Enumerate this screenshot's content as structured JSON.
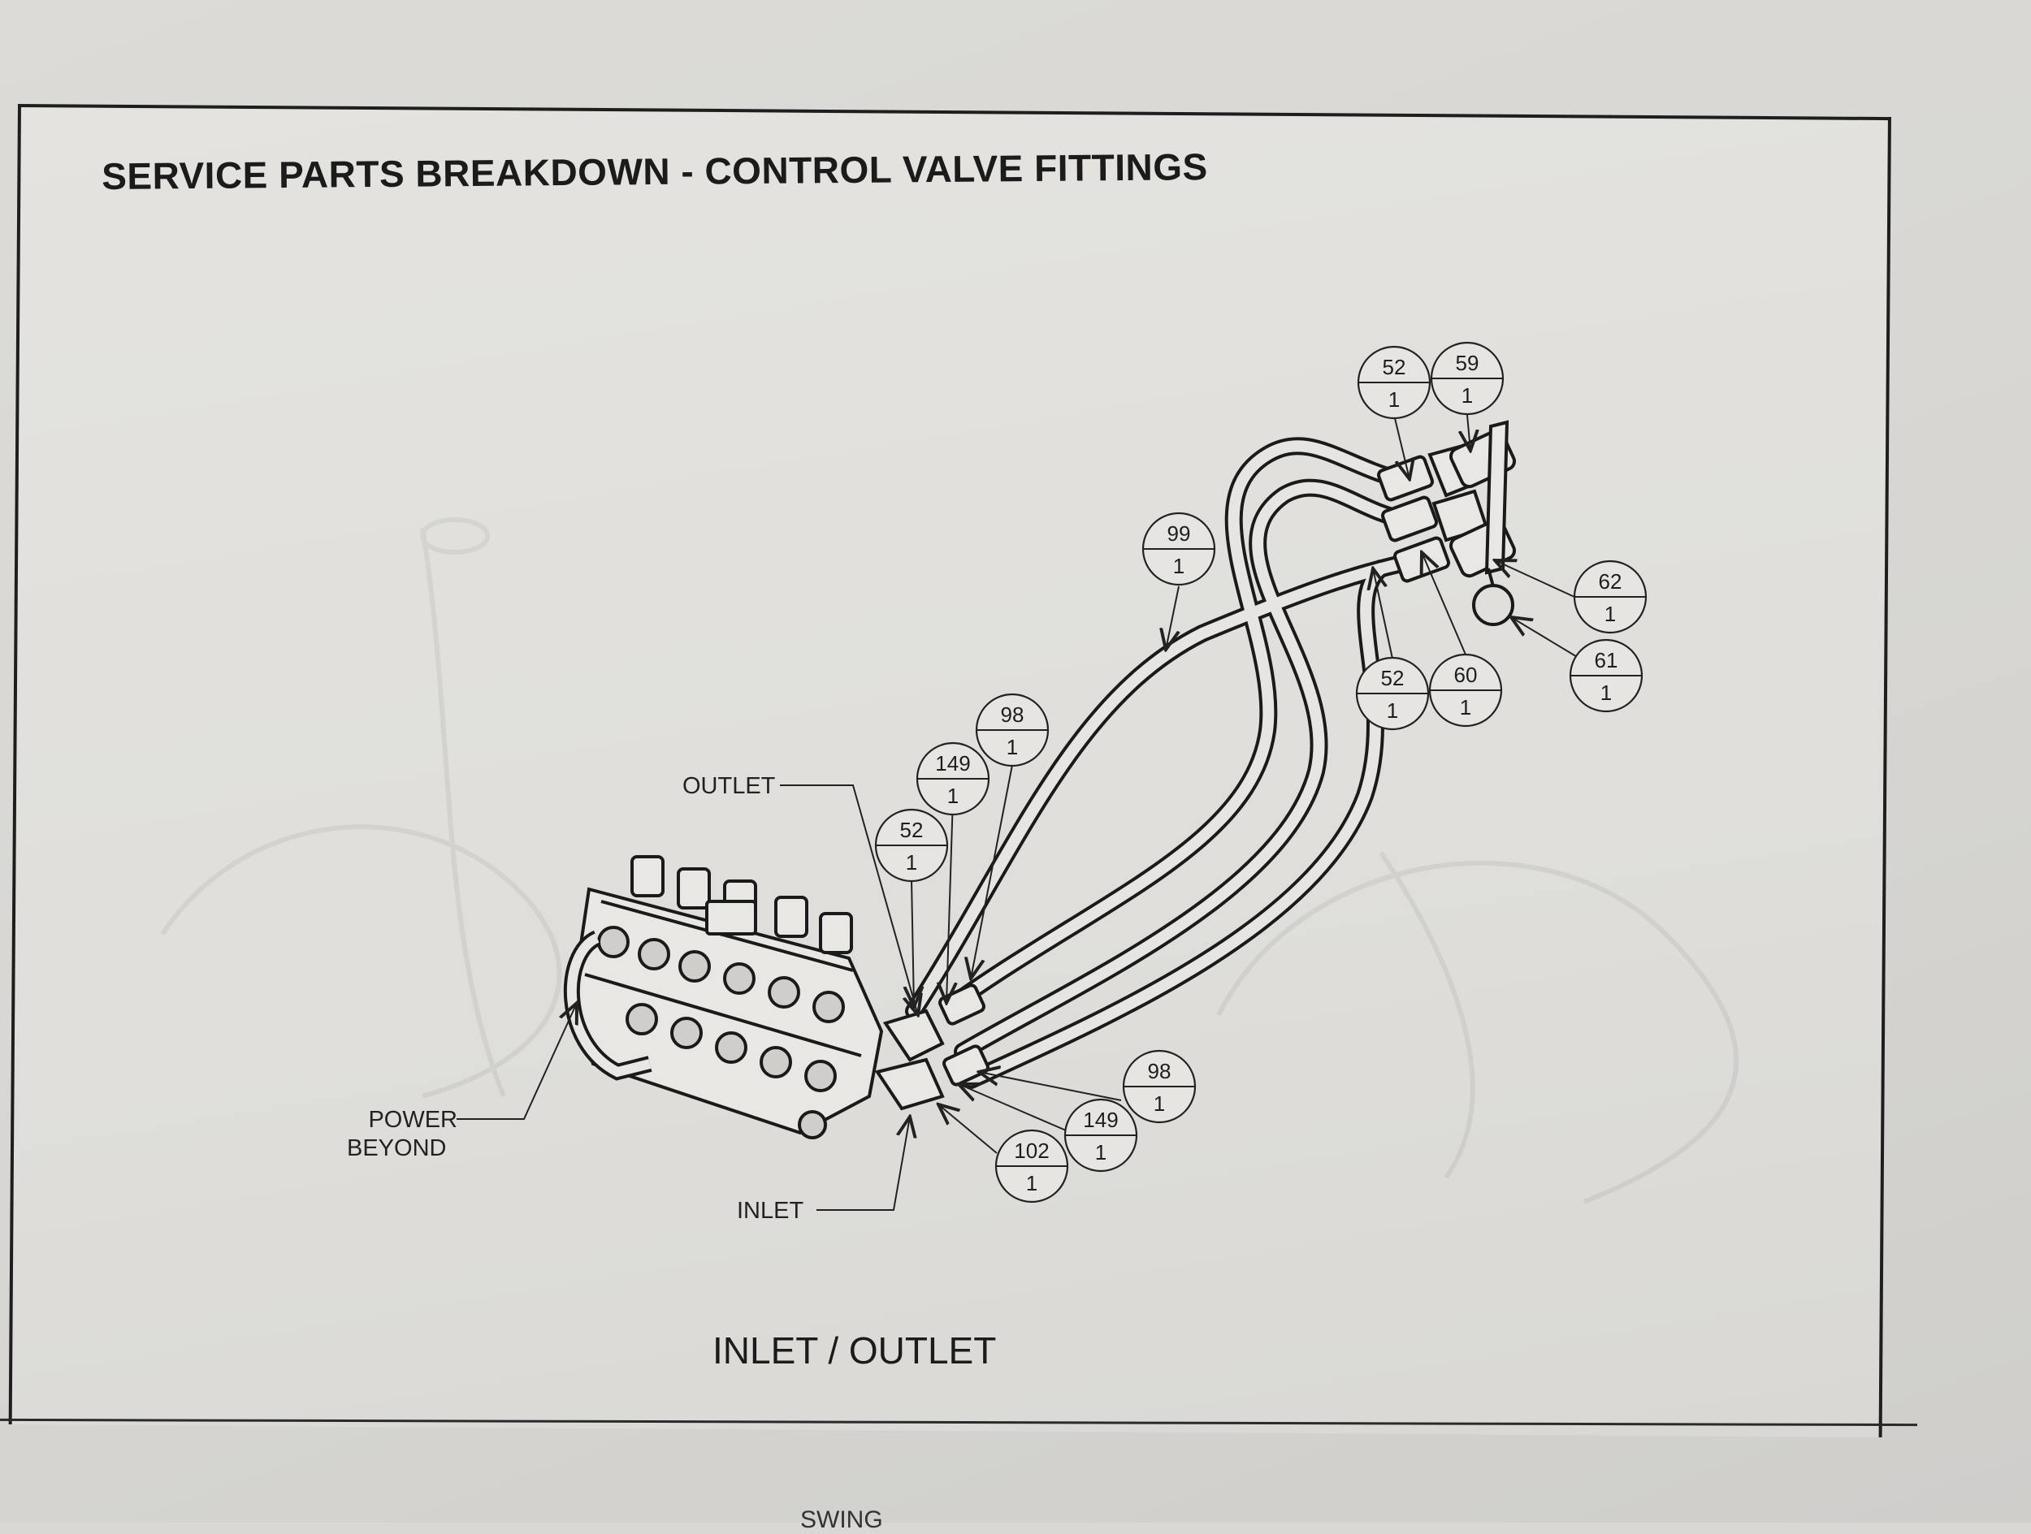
{
  "page": {
    "title": "SERVICE PARTS BREAKDOWN - CONTROL VALVE FITTINGS",
    "section_caption": "INLET / OUTLET",
    "next_section_partial": "SWING"
  },
  "port_labels": {
    "outlet": "OUTLET",
    "power_beyond_line1": "POWER",
    "power_beyond_line2": "BEYOND",
    "inlet": "INLET"
  },
  "callouts": [
    {
      "id": "callout-52-top",
      "part": "52",
      "qty": "1"
    },
    {
      "id": "callout-59",
      "part": "59",
      "qty": "1"
    },
    {
      "id": "callout-99",
      "part": "99",
      "qty": "1"
    },
    {
      "id": "callout-62",
      "part": "62",
      "qty": "1"
    },
    {
      "id": "callout-61",
      "part": "61",
      "qty": "1"
    },
    {
      "id": "callout-52-mid",
      "part": "52",
      "qty": "1"
    },
    {
      "id": "callout-60",
      "part": "60",
      "qty": "1"
    },
    {
      "id": "callout-98-upper",
      "part": "98",
      "qty": "1"
    },
    {
      "id": "callout-149-upper",
      "part": "149",
      "qty": "1"
    },
    {
      "id": "callout-52-lower",
      "part": "52",
      "qty": "1"
    },
    {
      "id": "callout-98-lower",
      "part": "98",
      "qty": "1"
    },
    {
      "id": "callout-149-lower",
      "part": "149",
      "qty": "1"
    },
    {
      "id": "callout-102",
      "part": "102",
      "qty": "1"
    }
  ]
}
